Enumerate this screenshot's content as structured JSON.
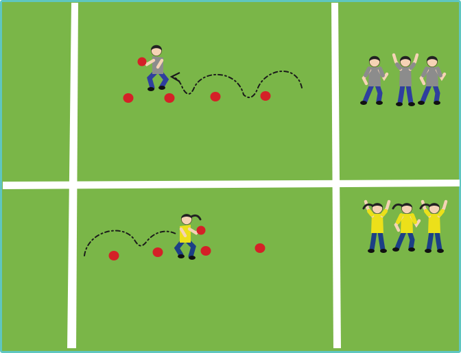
{
  "colors": {
    "grass": "#7ab648",
    "border": "#5fc6c0",
    "line": "#ffffff",
    "cone": "#d42127",
    "path": "#1a1a1a",
    "skin": "#f5d3b5",
    "hair": "#222222",
    "team_a_shirt": "#8c8c8c",
    "team_a_pants": "#2f3f9e",
    "team_b_shirt": "#ece01a",
    "team_b_pants": "#1c3f86",
    "shoe": "#111111"
  },
  "field": {
    "type": "sports-field-drill-diagram"
  },
  "icons": {
    "cone": "red-cone-marker",
    "player_with_ball": "player-bouncing-ball",
    "waiting_player": "waiting-player",
    "path": "dashed-bounce-path"
  },
  "drills": [
    {
      "name": "top-drill",
      "team": "a",
      "cone_count": 4,
      "player_direction": "left"
    },
    {
      "name": "bottom-drill",
      "team": "b",
      "cone_count": 4,
      "player_direction": "right"
    }
  ],
  "waiting_groups": [
    {
      "name": "team-a-waiting",
      "team": "a",
      "players": 3
    },
    {
      "name": "team-b-waiting",
      "team": "b",
      "players": 3
    }
  ]
}
